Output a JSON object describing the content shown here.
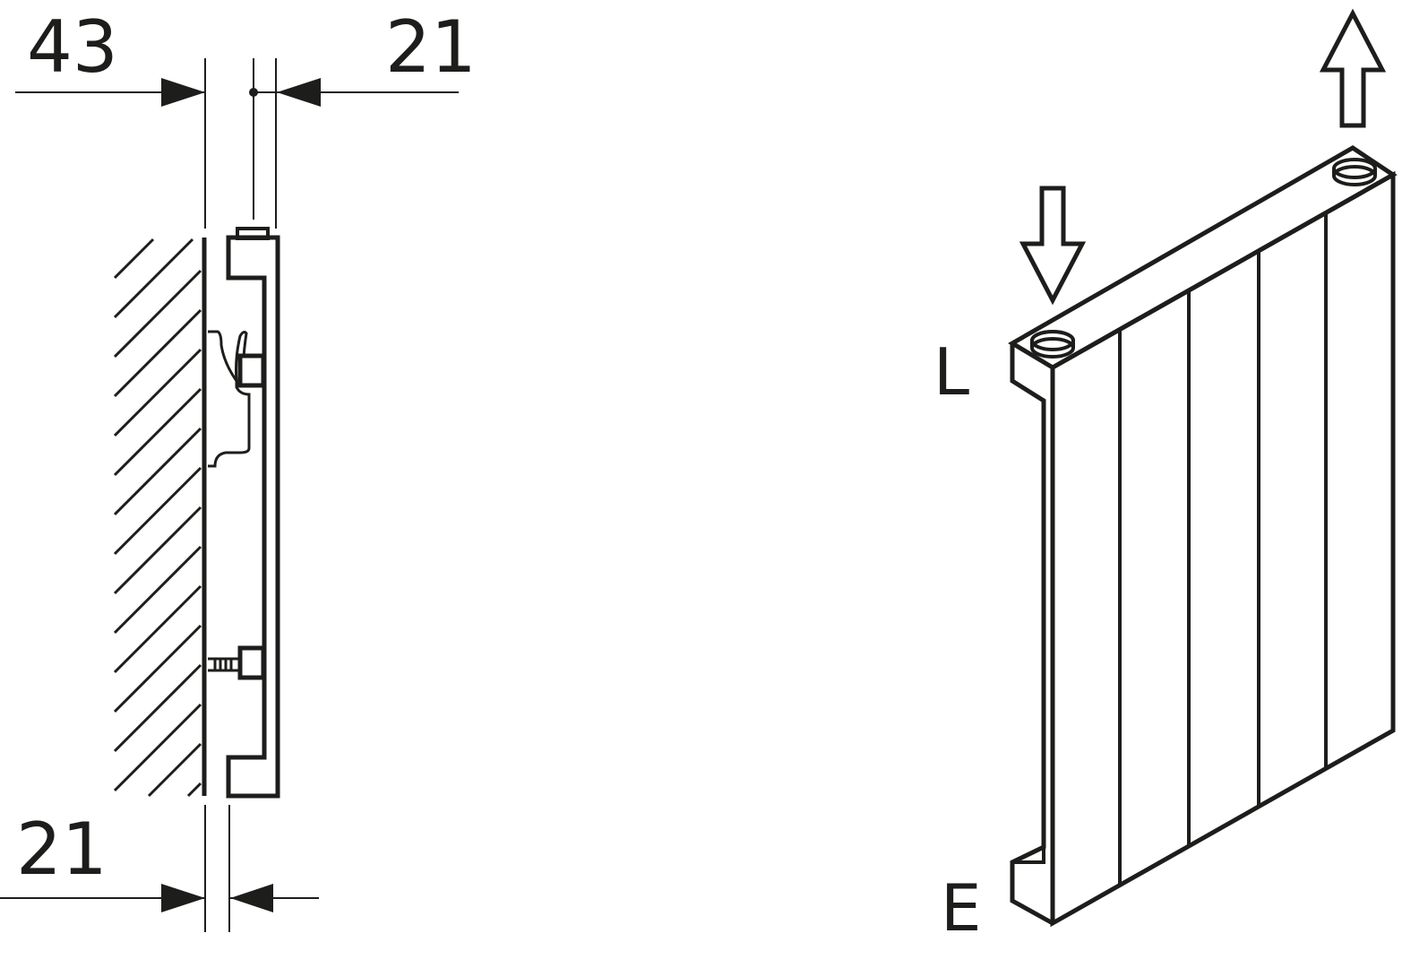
{
  "dimensions": {
    "top_left": "43",
    "top_right": "21",
    "bottom_left": "21"
  },
  "labels": {
    "inlet": "L",
    "outlet": "E"
  },
  "colors": {
    "line": "#1d1d1b",
    "background": "#ffffff"
  }
}
